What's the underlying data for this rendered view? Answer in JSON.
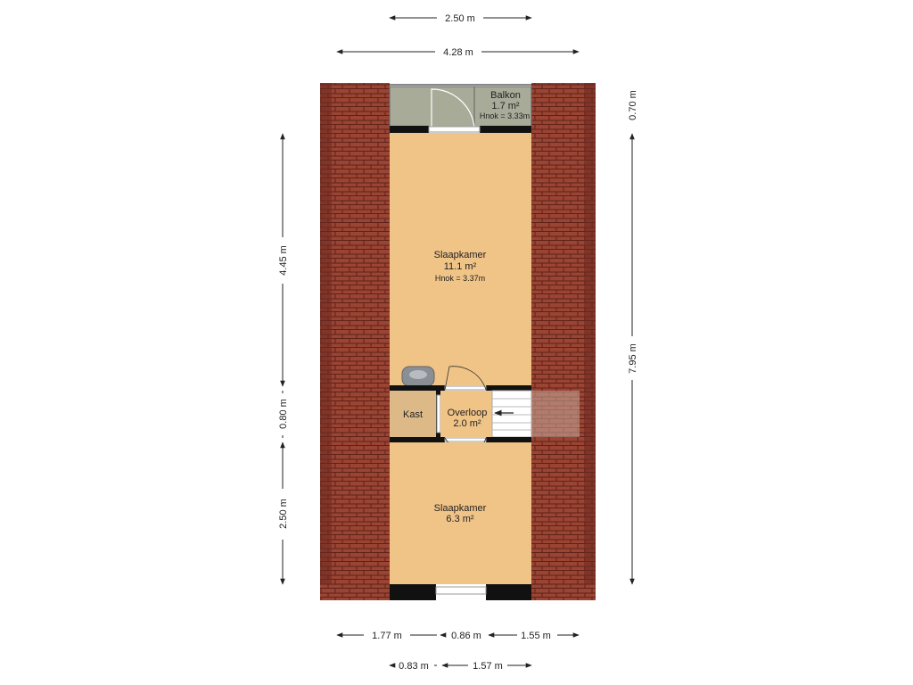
{
  "dimensions": {
    "top_inner": "2.50 m",
    "top_outer": "4.28 m",
    "right_balcony": "0.70 m",
    "right_total": "7.95 m",
    "left_upper": "4.45 m",
    "left_middle": "0.80 m",
    "left_lower": "2.50 m",
    "bottom_a": "1.77 m",
    "bottom_b": "0.86 m",
    "bottom_c": "1.55 m",
    "bottom_d": "0.83 m",
    "bottom_e": "1.57 m"
  },
  "rooms": {
    "balkon": {
      "name": "Balkon",
      "area": "1.7 m²",
      "height": "Hnok = 3.33m"
    },
    "slaapkamer_1": {
      "name": "Slaapkamer",
      "area": "11.1 m²",
      "height": "Hnok = 3.37m"
    },
    "kast": {
      "name": "Kast"
    },
    "overloop": {
      "name": "Overloop",
      "area": "2.0 m²"
    },
    "slaapkamer_2": {
      "name": "Slaapkamer",
      "area": "6.3 m²"
    }
  },
  "colors": {
    "roof": "#8b3a2e",
    "room": "#f0c387",
    "balcony": "#a7ab98",
    "kast": "#ddb987",
    "wall": "#111111"
  }
}
